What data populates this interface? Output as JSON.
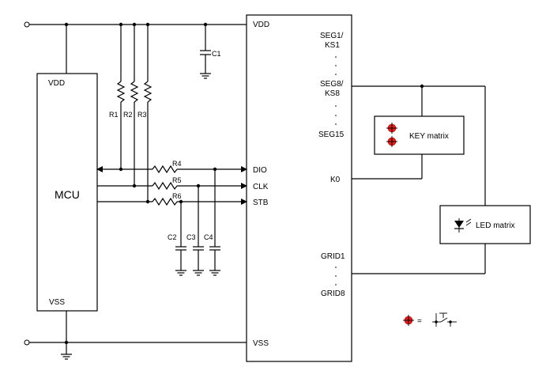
{
  "chip": {
    "left_pins": {
      "vdd": "VDD",
      "dio": "DIO",
      "clk": "CLK",
      "stb": "STB",
      "vss": "VSS"
    },
    "right_pins": {
      "seg1": "SEG1/",
      "ks1": "KS1",
      "seg8": "SEG8/",
      "ks8": "KS8",
      "seg15": "SEG15",
      "k0": "K0",
      "grid1": "GRID1",
      "grid8": "GRID8"
    }
  },
  "mcu": {
    "label": "MCU",
    "vdd": "VDD",
    "vss": "VSS"
  },
  "components": {
    "r1": "R1",
    "r2": "R2",
    "r3": "R3",
    "r4": "R4",
    "r5": "R5",
    "r6": "R6",
    "c1": "C1",
    "c2": "C2",
    "c3": "C3",
    "c4": "C4"
  },
  "key_matrix": {
    "label": "KEY matrix"
  },
  "led_matrix": {
    "label": "LED matrix"
  },
  "legend": {
    "equals": "="
  },
  "icons": [
    "key-switch-icon",
    "led-diode-icon",
    "ground-icon",
    "key-switch-symbol-icon"
  ],
  "colors": {
    "key_icon": "#e02020",
    "line": "#000000"
  }
}
